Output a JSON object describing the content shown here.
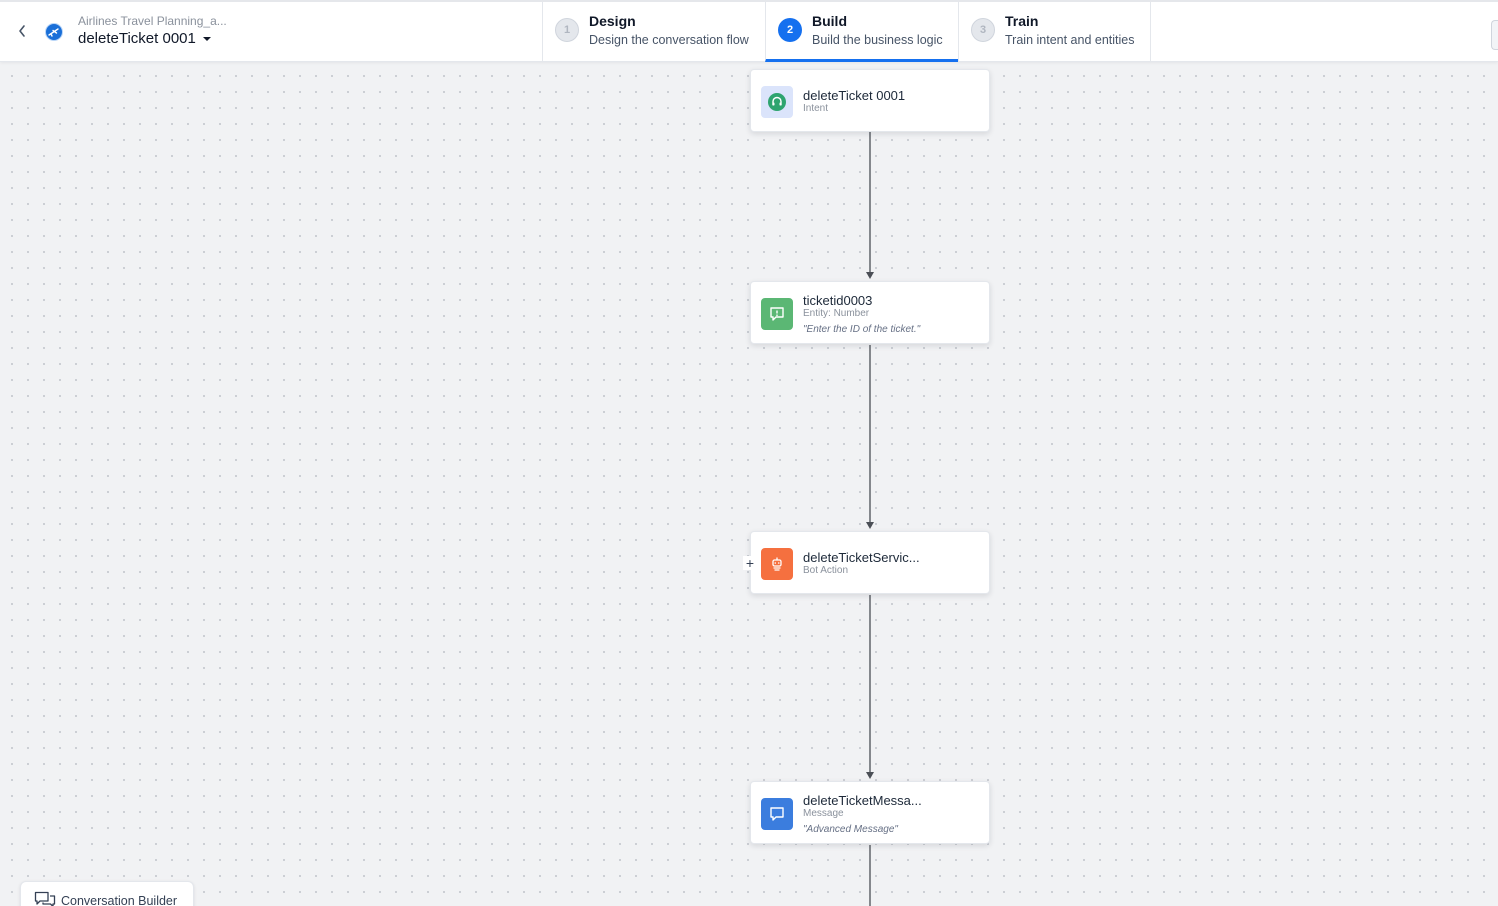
{
  "header": {
    "app_name": "Airlines Travel Planning_a...",
    "dialog_name": "deleteTicket 0001",
    "steps": [
      {
        "number": "1",
        "title": "Design",
        "subtitle": "Design the conversation flow"
      },
      {
        "number": "2",
        "title": "Build",
        "subtitle": "Build the business logic"
      },
      {
        "number": "3",
        "title": "Train",
        "subtitle": "Train intent and entities"
      }
    ],
    "active_step": "Build"
  },
  "flow": {
    "nodes": [
      {
        "title": "deleteTicket 0001",
        "type": "Intent",
        "icon": "headset-icon",
        "color": "#2ea46f"
      },
      {
        "title": "ticketid0003",
        "type": "Entity: Number",
        "prompt": "\"Enter the ID of the ticket.\"",
        "icon": "entity-icon",
        "color": "#5bb774"
      },
      {
        "title": "deleteTicketServic...",
        "type": "Bot Action",
        "icon": "bot-action-icon",
        "color": "#f5703f"
      },
      {
        "title": "deleteTicketMessa...",
        "type": "Message",
        "prompt": "\"Advanced Message\"",
        "icon": "message-icon",
        "color": "#3b7dde"
      }
    ],
    "add_button": "+"
  },
  "footer": {
    "conversation_builder_label": "Conversation Builder"
  },
  "colors": {
    "accent": "#1570ef",
    "canvas": "#f1f2f4"
  }
}
